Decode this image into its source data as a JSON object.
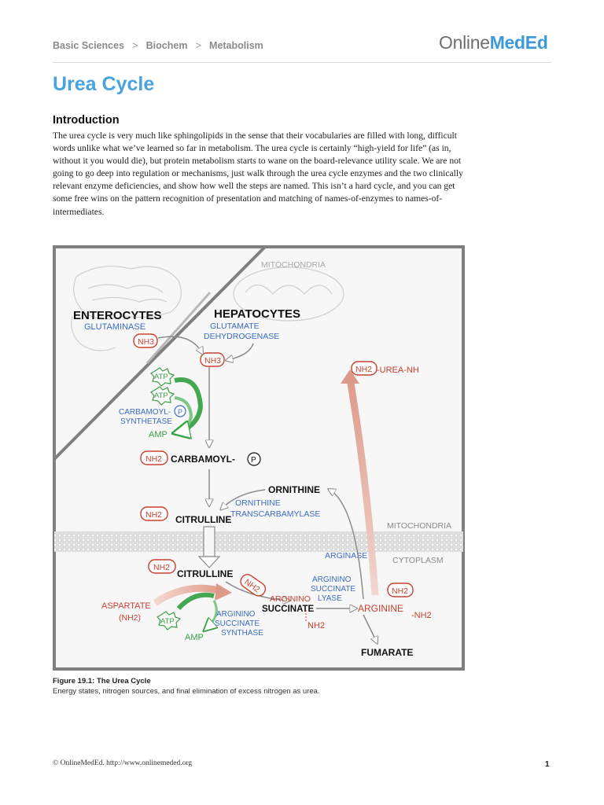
{
  "breadcrumb": {
    "items": [
      "Basic Sciences",
      "Biochem",
      "Metabolism"
    ],
    "separator": ">"
  },
  "logo": {
    "part1": "Online",
    "part2": "MedEd"
  },
  "page": {
    "title": "Urea Cycle",
    "section_heading": "Introduction"
  },
  "intro": {
    "text": "The urea cycle is very much like sphingolipids in the sense that their vocabularies are filled with long, difficult words unlike what we’ve learned so far in metabolism. The urea cycle is certainly “high-yield for life” (as in, without it you would die), but protein metabolism starts to wane on the board-relevance utility scale. We are not going to go deep into regulation or mechanisms, just walk through the urea cycle enzymes and the two clinically relevant enzyme deficiencies, and show how well the steps are named. This isn’t a hard cycle, and you can get some free wins on the pattern recognition of presentation and matching of names-of-enzymes to names-of-intermediates."
  },
  "figure": {
    "labels": {
      "mitochondria_top": "MITOCHONDRIA",
      "enterocytes": "ENTEROCYTES",
      "glutaminase": "GLUTAMINASE",
      "hepatocytes": "HEPATOCYTES",
      "glutamate_dh_1": "GLUTAMATE",
      "glutamate_dh_2": "DEHYDROGENASE",
      "nh3": "NH3",
      "nh2": "NH2",
      "atp": "ATP",
      "cps_1": "CARBAMOYL-",
      "cps_2": "SYNTHETASE",
      "p": "P",
      "amp": "AMP",
      "carbamoyl_p": "CARBAMOYL-",
      "ornithine": "ORNITHINE",
      "otc_1": "ORNITHINE",
      "otc_2": "TRANSCARBAMYLASE",
      "citrulline": "CITRULLINE",
      "mitochondria_membrane": "MITOCHONDRIA",
      "cytoplasm": "CYTOPLASM",
      "arginase": "ARGINASE",
      "urea": "-UREA-NH",
      "aspartate": "ASPARTATE",
      "aspartate_nh2": "(NH2)",
      "argininosuccinate_a": "ARGININO",
      "argininosuccinate_b": "SUCCINATE",
      "ass_1": "ARGININO",
      "ass_2": "SUCCINATE",
      "ass_3": "SYNTHASE",
      "asl_1": "ARGININO",
      "asl_2": "SUCCINATE",
      "asl_3": "LYASE",
      "arginine": "ARGININE",
      "arginine_nh2": "-NH2",
      "nh2_free": "NH2",
      "fumarate": "FUMARATE"
    },
    "colors": {
      "red": "#c8402f",
      "blue": "#3a6cc4",
      "green": "#3aa046",
      "border": "#7a7a7a",
      "bg": "#f6f6f6"
    },
    "caption_title": "Figure 19.1: The Urea Cycle",
    "caption_text": "Energy states, nitrogen sources, and final elimination of excess nitrogen as urea."
  },
  "footer": {
    "text": "© OnlineMedEd. http://www.onlinemeded.org",
    "page_number": "1"
  }
}
